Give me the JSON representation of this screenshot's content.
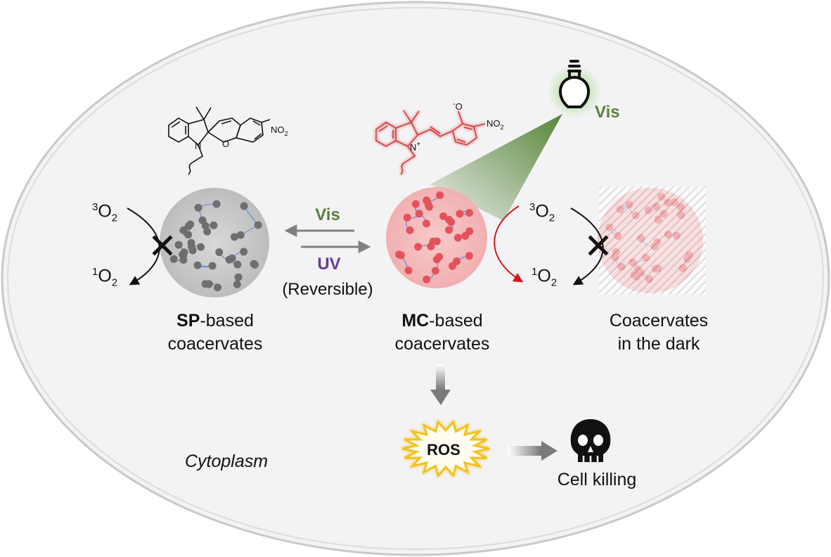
{
  "colors": {
    "green": "#5a7f3a",
    "purple": "#6a3a96",
    "red_arrow": "#d11a1a",
    "gray_arrow": "#808080",
    "mc_red": "#e4525a",
    "sp_gray": "#6e6e6e",
    "chain_blue": "#6c8fd8"
  },
  "sp_group": {
    "o2_top_sup": "3",
    "o2_top_main": "O",
    "o2_top_sub": "2",
    "o2_bottom_sup": "1",
    "o2_bottom_main": "O",
    "o2_bottom_sub": "2",
    "label_bold": "SP",
    "label_rest": "-based",
    "label_line2": "coacervates",
    "nitro": "NO",
    "nitro_sub": "2",
    "n_atom": "N",
    "o_atom": "O"
  },
  "mc_group": {
    "label_bold": "MC",
    "label_rest": "-based",
    "label_line2": "coacervates",
    "nitro": "NO",
    "nitro_sub": "2",
    "n_atom": "N",
    "n_charge": "+",
    "o_minus": "-",
    "o_atom": "O"
  },
  "switch": {
    "vis_label": "Vis",
    "uv_label": "UV",
    "reversible": "(Reversible)"
  },
  "lamp": {
    "label": "Vis"
  },
  "dark_group": {
    "o2_top_sup": "3",
    "o2_top_main": "O",
    "o2_top_sub": "2",
    "o2_bottom_sup": "1",
    "o2_bottom_main": "O",
    "o2_bottom_sub": "2",
    "label_line1": "Coacervates",
    "label_line2": "in the dark"
  },
  "outcome": {
    "ros": "ROS",
    "cell_killing": "Cell killing"
  },
  "cytoplasm_label": "Cytoplasm"
}
